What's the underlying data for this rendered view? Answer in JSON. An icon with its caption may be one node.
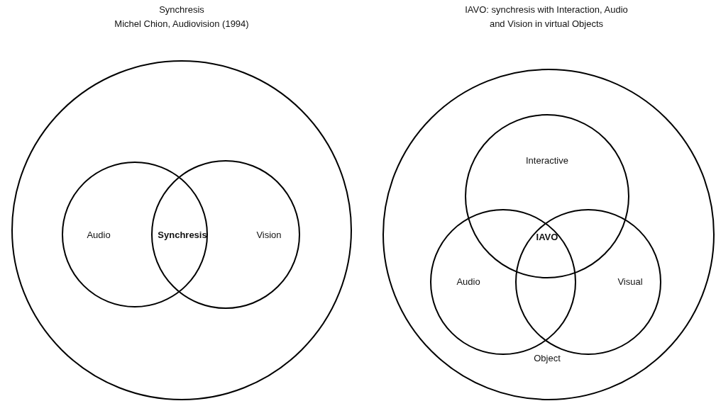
{
  "diagram": {
    "nodes": [
      {
        "text": [],
        "shape": "circle"
      },
      {
        "text": [
          "Audio"
        ],
        "in": 0
      },
      {
        "text": [
          "Vision"
        ],
        "in": 0
      },
      {
        "text": [
          "Object"
        ]
      },
      {
        "text": [
          "Interactive"
        ],
        "in": 3
      },
      {
        "text": [
          "Audio"
        ],
        "in": 3
      },
      {
        "text": [
          "Visual"
        ],
        "in": 3
      }
    ],
    "labels": [
      "Synchresis",
      "Michel Chion, Audiovision (1994)",
      "IAVO: synchresis with Interaction, Audio and Vision in virtual Objects",
      "Synchresis",
      "IAVO"
    ]
  }
}
